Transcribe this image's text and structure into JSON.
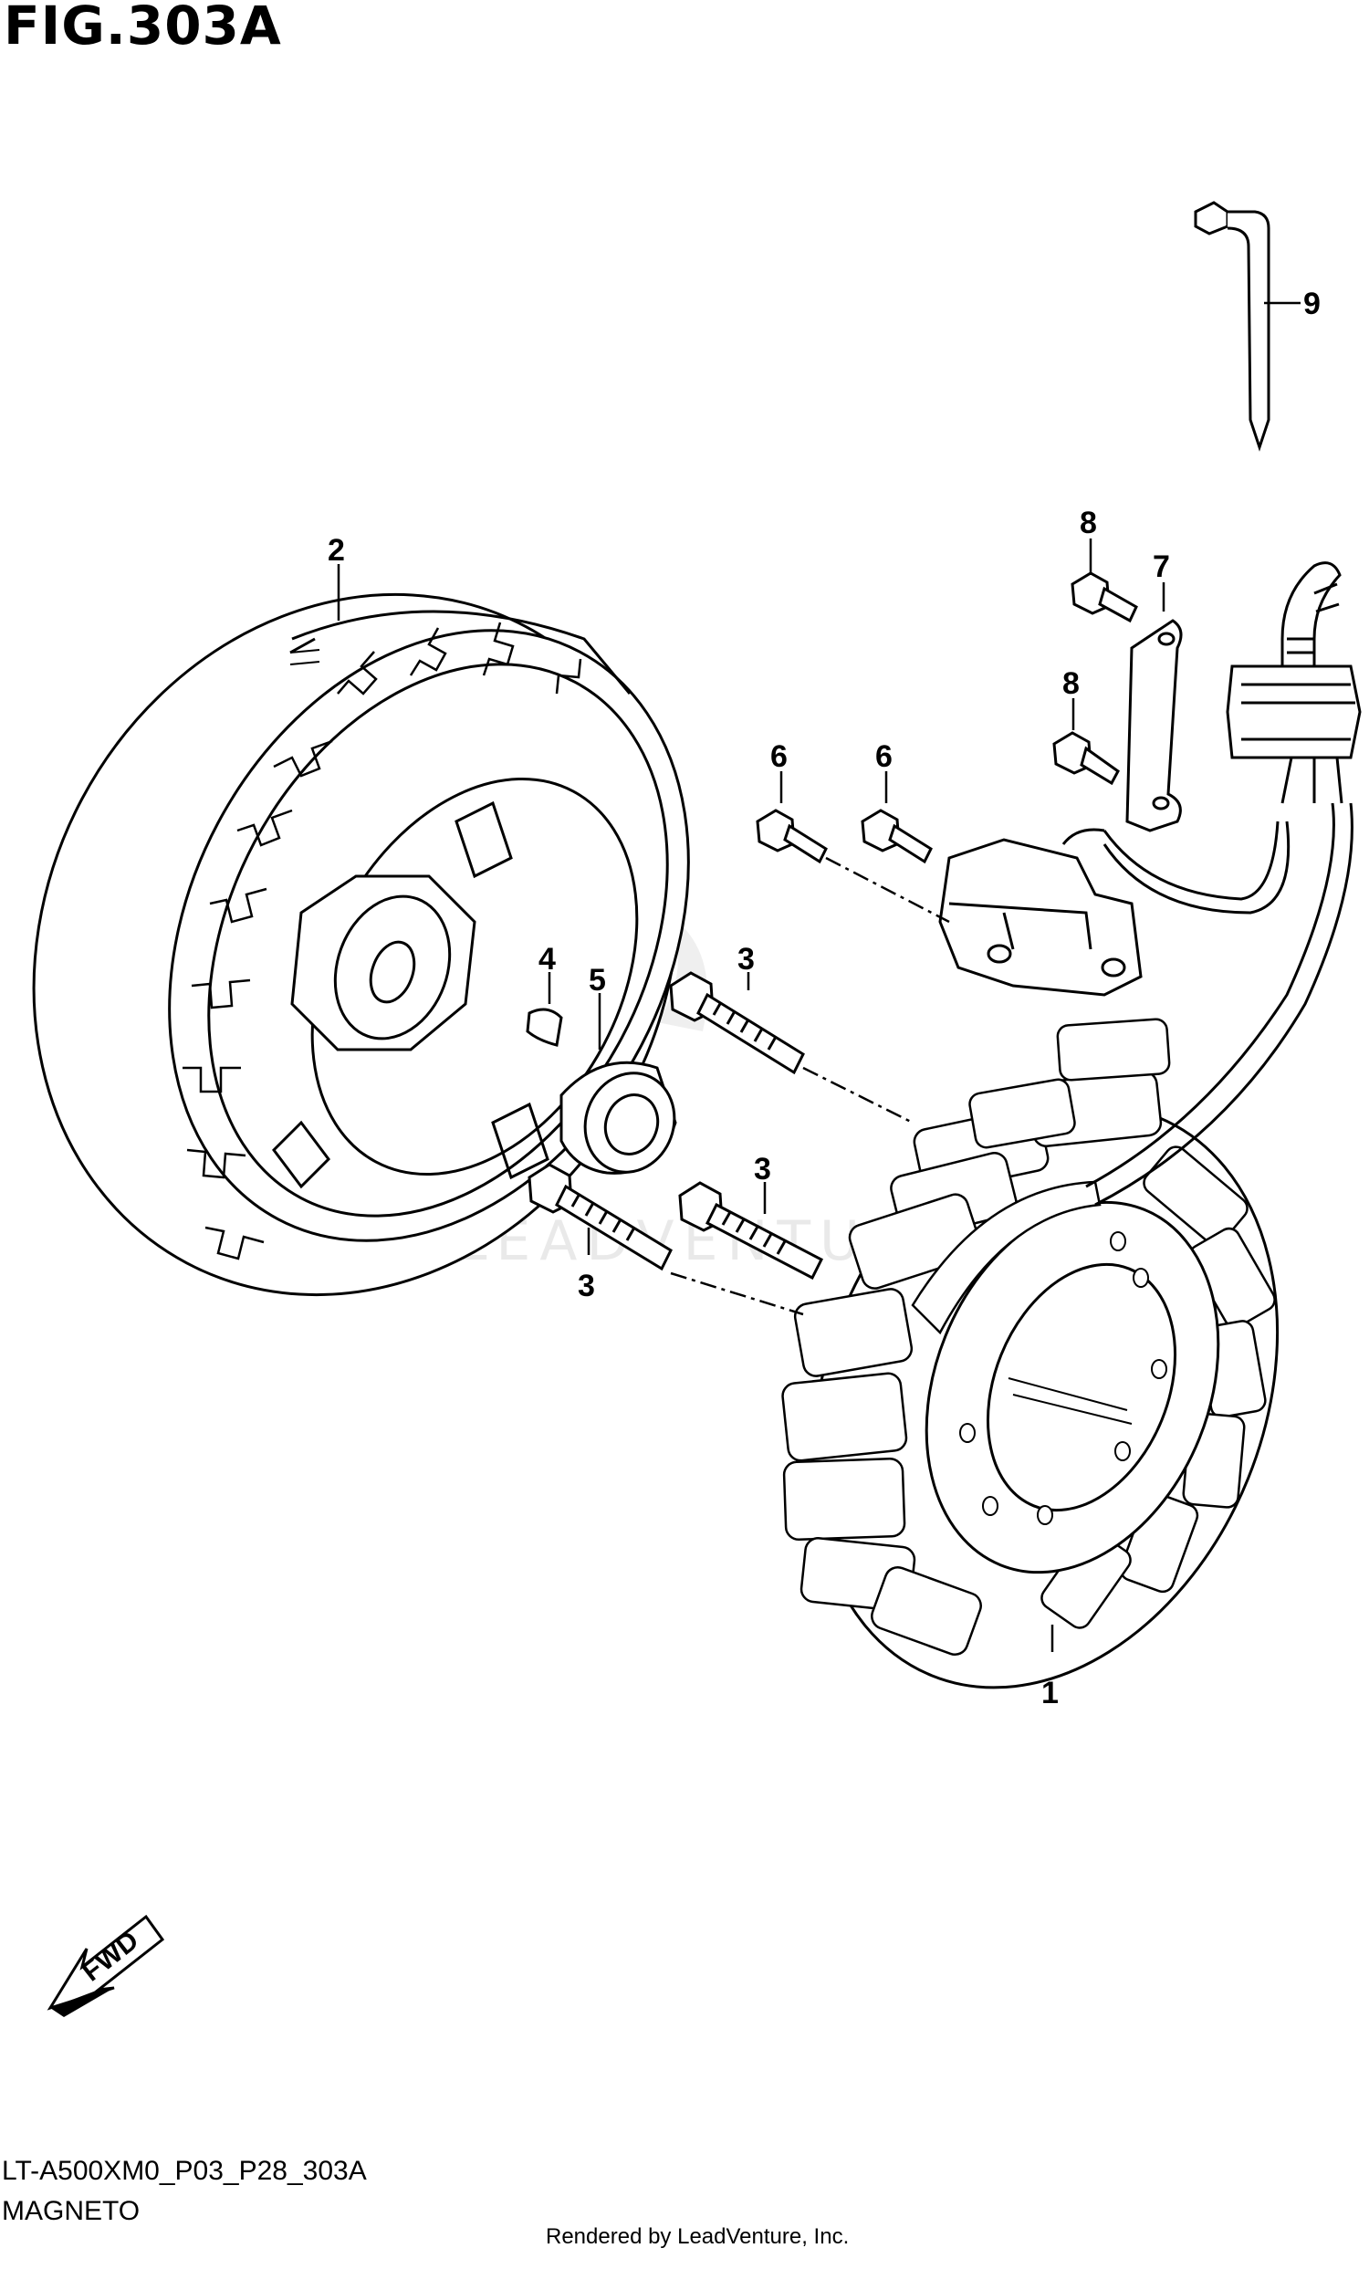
{
  "header": {
    "figure_title": "FIG.303A"
  },
  "footer": {
    "diagram_code": "LT-A500XM0_P03_P28_303A",
    "section_name": "MAGNETO",
    "credit": "Rendered by LeadVenture, Inc."
  },
  "callouts": {
    "c1": "1",
    "c2": "2",
    "c3a": "3",
    "c3b": "3",
    "c3c": "3",
    "c4": "4",
    "c5": "5",
    "c6a": "6",
    "c6b": "6",
    "c7": "7",
    "c8a": "8",
    "c8b": "8",
    "c9": "9"
  },
  "fwd_arrow": {
    "label": "FWD"
  },
  "watermark": {
    "text": "LEADVENTURE"
  },
  "colors": {
    "line": "#000000",
    "background": "#ffffff"
  }
}
